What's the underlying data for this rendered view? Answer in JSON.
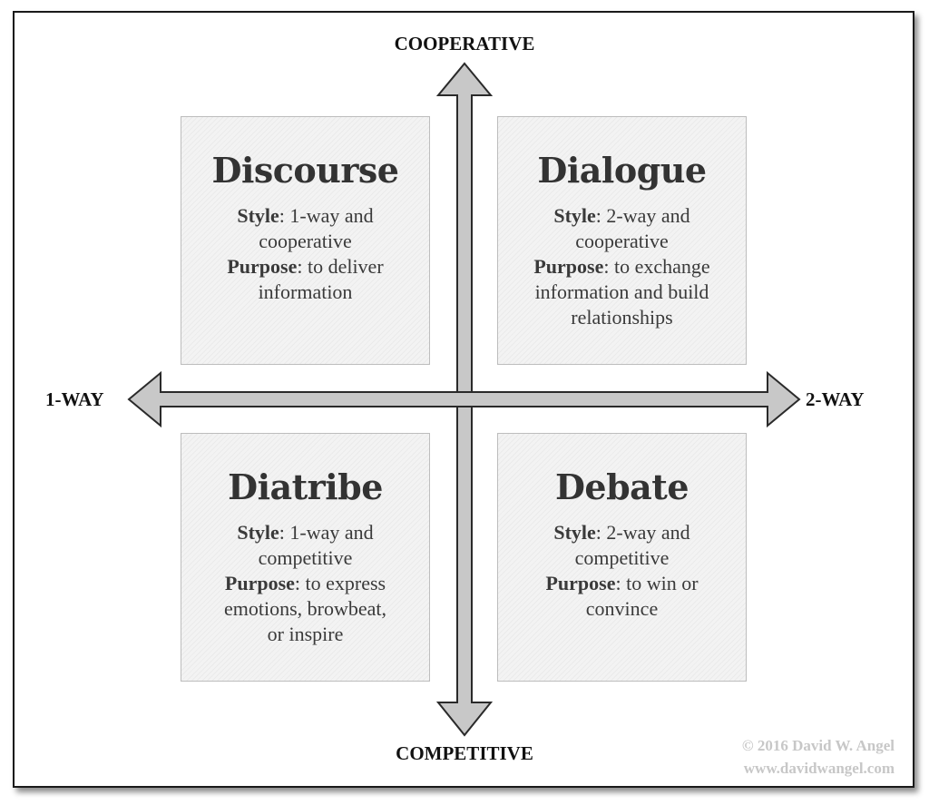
{
  "axes": {
    "top": "COOPERATIVE",
    "bottom": "COMPETITIVE",
    "left": "1-WAY",
    "right": "2-WAY"
  },
  "quadrants": {
    "top_left": {
      "title": "Discourse",
      "style_label": "Style",
      "style_line1": ": 1-way and",
      "style_line2": "cooperative",
      "purpose_label": "Purpose",
      "purpose_line1": ": to deliver",
      "purpose_line2": "information",
      "purpose_line3": ""
    },
    "top_right": {
      "title": "Dialogue",
      "style_label": "Style",
      "style_line1": ": 2-way and",
      "style_line2": "cooperative",
      "purpose_label": "Purpose",
      "purpose_line1": ": to exchange",
      "purpose_line2": "information and build",
      "purpose_line3": "relationships"
    },
    "bottom_left": {
      "title": "Diatribe",
      "style_label": "Style",
      "style_line1": ": 1-way and",
      "style_line2": "competitive",
      "purpose_label": "Purpose",
      "purpose_line1": ": to express",
      "purpose_line2": "emotions, browbeat,",
      "purpose_line3": "or inspire"
    },
    "bottom_right": {
      "title": "Debate",
      "style_label": "Style",
      "style_line1": ": 2-way and",
      "style_line2": "competitive",
      "purpose_label": "Purpose",
      "purpose_line1": ": to win or",
      "purpose_line2": "convince",
      "purpose_line3": ""
    }
  },
  "copyright": {
    "line1": "© 2016 David W. Angel",
    "line2": "www.davidwangel.com"
  },
  "colors": {
    "arrow_fill": "#c8c8c8",
    "arrow_stroke": "#2a2a2a",
    "quad_fill": "#f3f3f3",
    "watermark": "#c7c7c7"
  }
}
